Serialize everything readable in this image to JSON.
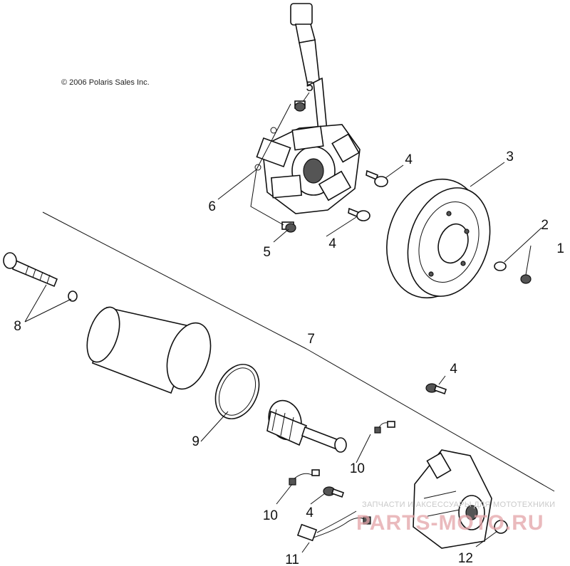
{
  "copyright": "© 2006 Polaris Sales Inc.",
  "callouts": {
    "c1": "1",
    "c2": "2",
    "c3": "3",
    "c4a": "4",
    "c4b": "4",
    "c4c": "4",
    "c4d": "4",
    "c5a": "5",
    "c5b": "5",
    "c6": "6",
    "c7": "7",
    "c8": "8",
    "c9": "9",
    "c10a": "10",
    "c10b": "10",
    "c11": "11",
    "c12": "12"
  },
  "watermark": {
    "tagline": "ЗАПЧАСТИ И АКСЕССУАРЫ ДЛЯ МОТОТЕХНИКИ",
    "logo": "PARTS-MOTO.RU"
  }
}
